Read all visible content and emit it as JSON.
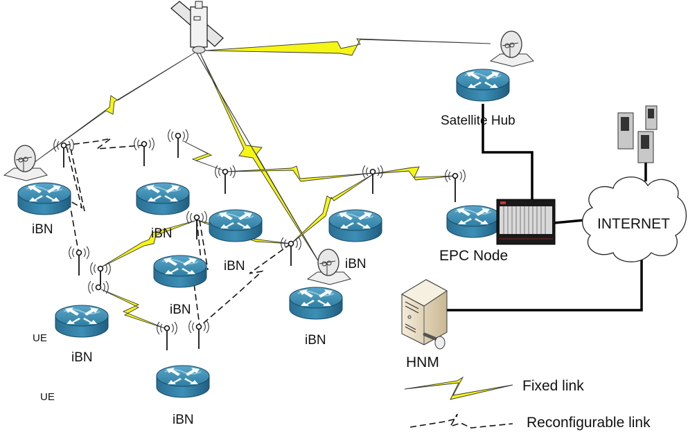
{
  "diagram": {
    "title": "",
    "nodes": {
      "satellite": {
        "label": ""
      },
      "satellite_hub": {
        "label": "Satellite Hub"
      },
      "epc_node": {
        "label": "EPC Node"
      },
      "internet": {
        "label": "INTERNET"
      },
      "hnm": {
        "label": "HNM"
      },
      "ibn_1": {
        "label": "iBN"
      },
      "ibn_2": {
        "label": "iBN"
      },
      "ibn_3": {
        "label": "iBN"
      },
      "ibn_4": {
        "label": "iBN"
      },
      "ibn_5": {
        "label": "iBN"
      },
      "ibn_6": {
        "label": "iBN"
      },
      "ibn_7": {
        "label": "iBN"
      },
      "ibn_8": {
        "label": "iBN"
      },
      "ue_1": {
        "label": "UE"
      },
      "ue_2": {
        "label": "UE"
      }
    },
    "legend": [
      {
        "type": "fixed",
        "label": "Fixed link"
      },
      {
        "type": "reconfigurable",
        "label": "Reconfigurable link"
      }
    ],
    "colors": {
      "fixed_link": "#f5f516",
      "router": "#3a88ad",
      "router_dark": "#1f5e80",
      "wire": "#000000"
    }
  }
}
